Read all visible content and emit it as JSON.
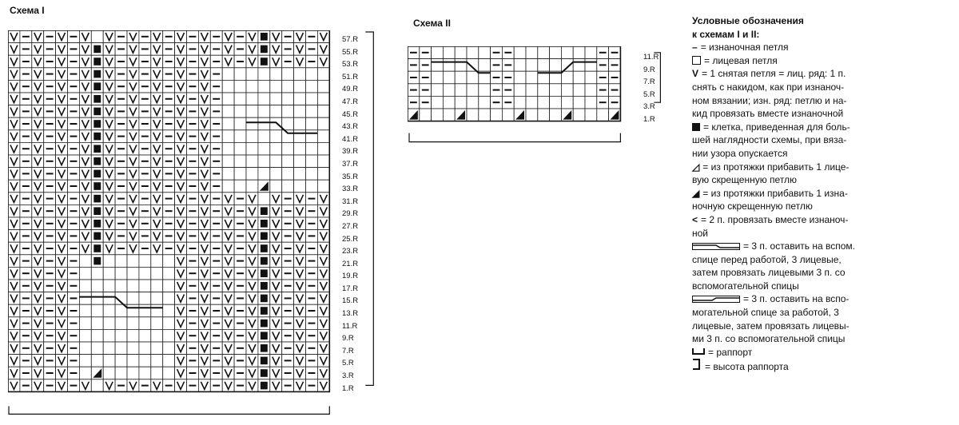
{
  "chart1": {
    "title": "Схема I",
    "row_labels": [
      "57.R",
      "55.R",
      "53.R",
      "51.R",
      "49.R",
      "47.R",
      "45.R",
      "43.R",
      "41.R",
      "39.R",
      "37.R",
      "35.R",
      "33.R",
      "31.R",
      "29.R",
      "27.R",
      "25.R",
      "23.R",
      "21.R",
      "19.R",
      "17.R",
      "15.R",
      "13.R",
      "11.R",
      "9.R",
      "7.R",
      "5.R",
      "3.R",
      "1.R"
    ]
  },
  "chart2": {
    "title": "Схема II",
    "row_labels": [
      "11.R",
      "9.R",
      "7.R",
      "5.R",
      "3.R",
      "1.R"
    ]
  },
  "legend": {
    "heading_line1": "Условные обозначения",
    "heading_line2": "к схемам I и II:",
    "items": [
      {
        "symbol": "–",
        "lines": [
          "= изнаночная петля"
        ]
      },
      {
        "symbol": "box",
        "lines": [
          "= лицевая петля"
        ]
      },
      {
        "symbol": "V",
        "lines": [
          "= 1 снятая петля = лиц. ряд: 1 п.",
          "снять с накидом, как при изнаноч-",
          "ном вязании; изн. ряд: петлю и на-",
          "кид провязать вместе изнаночной"
        ]
      },
      {
        "symbol": "fill",
        "lines": [
          "= клетка, приведенная для боль-",
          "шей наглядности схемы, при вяза-",
          "нии узора опускается"
        ]
      },
      {
        "symbol": "◿",
        "lines": [
          "= из протяжки прибавить 1 лице-",
          "вую скрещенную петлю"
        ]
      },
      {
        "symbol": "◢",
        "lines": [
          "= из протяжки прибавить 1 изна-",
          "ночную скрещенную петлю"
        ]
      },
      {
        "symbol": "<",
        "lines": [
          "= 2 п. провязать вместе изнаноч-",
          "ной"
        ]
      },
      {
        "symbol": "cable-front",
        "lines": [
          "= 3 п. оставить на вспом.",
          "спице перед работой, 3 лицевые,",
          "затем провязать лицевыми 3 п. со",
          "вспомогательной спицы"
        ]
      },
      {
        "symbol": "cable-back",
        "lines": [
          "= 3 п. оставить на вспо-",
          "могательной спице за работой, 3",
          "лицевые, затем провязать лицевы-",
          "ми 3 п. со вспомогательной спицы"
        ]
      },
      {
        "symbol": "bracket-h",
        "lines": [
          "= раппорт"
        ]
      },
      {
        "symbol": "bracket-v",
        "lines": [
          "= высота раппорта"
        ]
      }
    ]
  }
}
